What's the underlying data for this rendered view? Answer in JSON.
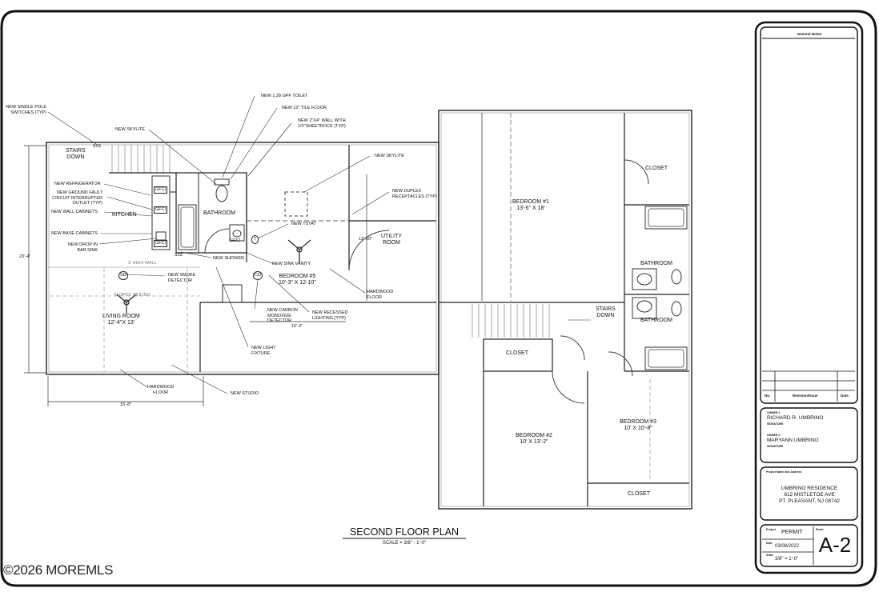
{
  "plan": {
    "title": "SECOND FLOOR PLAN",
    "scale": "SCALE = 3/8\" - 1'-0\""
  },
  "rooms": {
    "stairs_left": "STAIRS\nDOWN",
    "bathroom_left": "BATHROOM",
    "kitchen": "KITCHEN",
    "utility": "UTILITY\nROOM",
    "bedroom5": "BEDROOM #5\n10'-3\" X 12-10\"",
    "living": "LIVING ROOM\n12'-4\"X 13'",
    "bedroom1": "BEDROOM #1\n13'-6\" X 18'",
    "closet_r1": "CLOSET",
    "bathroom_r1": "BATHROOM",
    "bathroom_r2": "BATHROOM",
    "stairs_right": "STAIRS\nDOWN",
    "closet_mid": "CLOSET",
    "bedroom2": "BEDROOM #2\n10' X 13'-2\"",
    "bedroom3": "BEDROOM #3\n10' X 10'-8\"",
    "closet_bottom": "CLOSET"
  },
  "callouts": {
    "switches": "NEW SINGLE POLE\nSWITCHES (TYP)",
    "skylite_left": "NEW SKYLITE",
    "toilet": "NEW 1.28 GPF TOILET",
    "tile": "NEW 12\" TILE FLOOR",
    "wall": "NEW 2\"X4\" WALL WITH\n1/2\"SHEETROCK (TYP)",
    "skylite_right": "NEW SKYLITE",
    "refrigerator": "NEW REFRIGERATOR",
    "gfci_outlet": "NEW GROUND FAULT\nCIRCUIT INTERRUPTER\nOUTLET (TYP)",
    "wall_cabinets": "NEW WALL CABINETS",
    "base_cabinets": "NEW BASE CABINETS",
    "bar_sink": "NEW DROP IN\nBAR SINK",
    "duplex": "NEW DUPLEX\nRECEPTACLES (TYP)",
    "tstat": "NEW TSTAT",
    "shower": "NEW SHOWER",
    "sink_vanity": "NEW SINK VANITY",
    "half_wall": "3' HIGH WALL",
    "smoke": "NEW SMOKE\nDETECTOR",
    "sloped": "SLOPED CEILING",
    "hardwood_right": "HARDWOOD\nFLOOR",
    "co": "NEW CARBON\nMONOXIDE\nDETECTOR",
    "recessed": "NEW RECESSED\nLIGHTING (TYP)",
    "light_fixture": "NEW LIGHT\nFIXTURE",
    "hardwood_left": "HARDWOOD\nFLOOR",
    "studio": "NEW STUDIO"
  },
  "symbols": {
    "gfci": "GFCI",
    "tstat": "T",
    "smoke": "SD",
    "co": "CO",
    "switch": "SSS"
  },
  "dimensions": {
    "overall_height": "23'-4\"",
    "overall_width": "15'-8\"",
    "bedroom5_width": "10'-3\"",
    "bedroom5_height": "12'-10\""
  },
  "title_block": {
    "general_notes": "General Notes",
    "revision_no": "No.",
    "revision_issue": "Revision/Issue",
    "revision_date": "Date",
    "owner1_label": "OWNER 1",
    "owner1": "RICHARD R. UMBRINO",
    "signature_label": "SIGNATURE",
    "owner2_label": "OWNER 2",
    "owner2": "MARYANN UMBRINO",
    "project_label": "Project Name and Address",
    "project_line1": "UMBRINO RESIDENCE",
    "project_line2": "812 MISTLETOE AVE",
    "project_line3": "PT. PLEASANT, NJ 08742",
    "project_field_label": "Project",
    "project_status": "PERMIT",
    "date_label": "Date",
    "date": "03/08/2022",
    "scale_label": "Scale",
    "scale": "3/8\" = 1'-0\"",
    "sheet_label": "Sheet",
    "sheet": "A-2"
  },
  "watermark": "©2026 MOREMLS"
}
